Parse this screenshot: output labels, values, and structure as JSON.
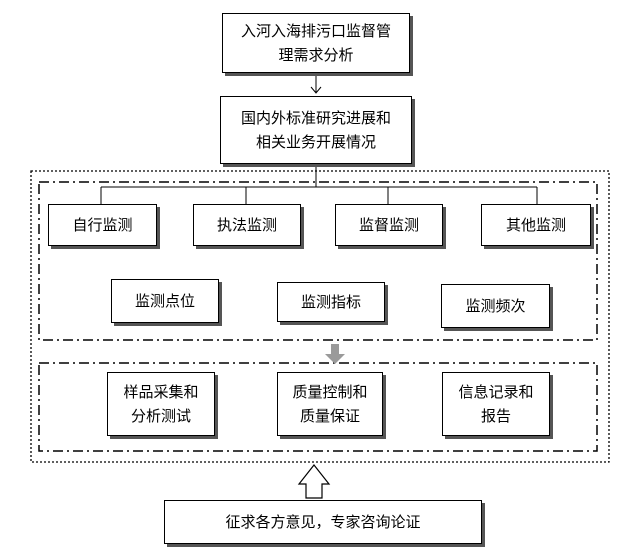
{
  "top": {
    "need_analysis": [
      "入河入海排污口监督管",
      "理需求分析"
    ],
    "standards_review": [
      "国内外标准研究进展和",
      "相关业务开展情况"
    ]
  },
  "monitoring_types": [
    "自行监测",
    "执法监测",
    "监督监测",
    "其他监测"
  ],
  "monitoring_elements": [
    "监测点位",
    "监测指标",
    "监测频次"
  ],
  "quality_items": [
    [
      "样品采集和",
      "分析测试"
    ],
    [
      "质量控制和",
      "质量保证"
    ],
    [
      "信息记录和",
      "报告"
    ]
  ],
  "consultation": "征求各方意见，专家咨询论证"
}
